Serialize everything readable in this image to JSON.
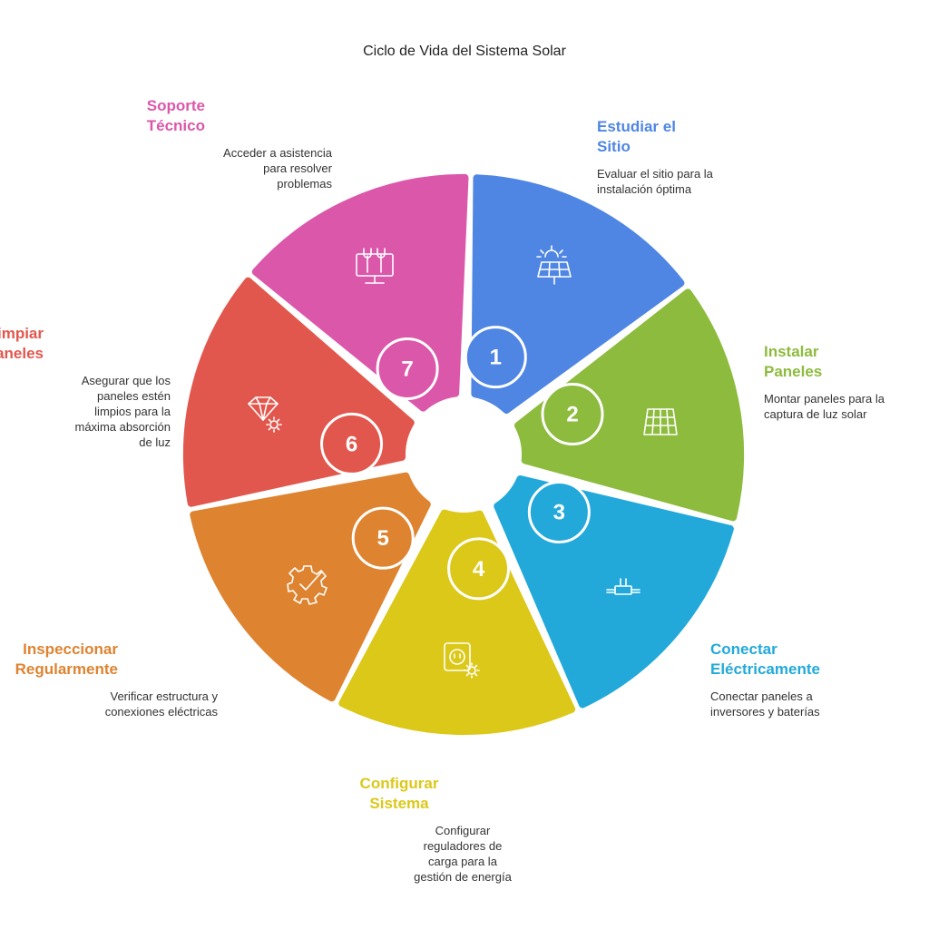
{
  "title": "Ciclo de Vida del Sistema Solar",
  "steps": [
    {
      "number": "1",
      "title": "Estudiar el Sitio",
      "description": "Evaluar el sitio para la instalación óptima",
      "color": "#4F86E3",
      "icon": "solar-panel-sun-icon"
    },
    {
      "number": "2",
      "title": "Instalar Paneles",
      "description": "Montar paneles para la captura de luz solar",
      "color": "#8DBB3D",
      "icon": "solar-panel-grid-icon"
    },
    {
      "number": "3",
      "title": "Conectar Eléctricamente",
      "description": "Conectar paneles a inversores y baterías",
      "color": "#22A9DA",
      "icon": "electrical-connector-icon"
    },
    {
      "number": "4",
      "title": "Configurar Sistema",
      "description": "Configurar reguladores de carga para la gestión de energía",
      "color": "#DCC818",
      "icon": "socket-gear-icon"
    },
    {
      "number": "5",
      "title": "Inspeccionar Regularmente",
      "description": "Verificar estructura y conexiones eléctricas",
      "color": "#DE8330",
      "icon": "gear-check-icon"
    },
    {
      "number": "6",
      "title": "Limpiar Paneles",
      "description": "Asegurar que los paneles estén limpios para la máxima absorción de luz",
      "color": "#E2574D",
      "icon": "diamond-sun-icon"
    },
    {
      "number": "7",
      "title": "Soporte Técnico",
      "description": "Acceder a asistencia para resolver problemas",
      "color": "#DB57AA",
      "icon": "monitor-tools-icon"
    }
  ]
}
